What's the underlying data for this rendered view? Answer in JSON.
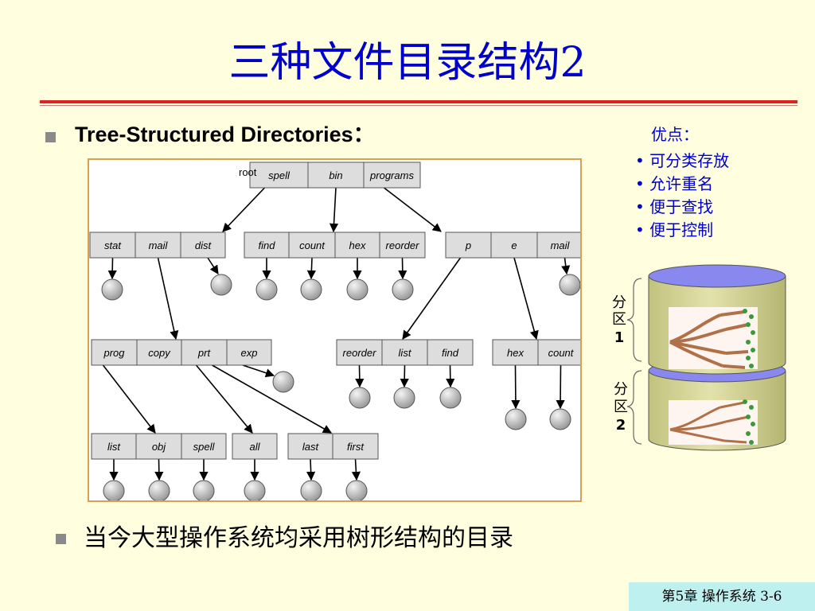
{
  "title": "三种文件目录结构2",
  "subtitle": "Tree-Structured Directories：",
  "advantages": {
    "title": "优点：",
    "items": [
      "• 可分类存放",
      "• 允许重名",
      "• 便于查找",
      "• 便于控制"
    ]
  },
  "diagram": {
    "root_label": "root",
    "rows": [
      [
        {
          "id": "r-spell",
          "label": "spell"
        },
        {
          "id": "r-bin",
          "label": "bin"
        },
        {
          "id": "r-programs",
          "label": "programs"
        }
      ],
      [
        {
          "id": "a-stat",
          "label": "stat"
        },
        {
          "id": "a-mail",
          "label": "mail"
        },
        {
          "id": "a-dist",
          "label": "dist"
        }
      ],
      [
        {
          "id": "b-find",
          "label": "find"
        },
        {
          "id": "b-count",
          "label": "count"
        },
        {
          "id": "b-hex",
          "label": "hex"
        },
        {
          "id": "b-reorder",
          "label": "reorder"
        }
      ],
      [
        {
          "id": "c-p",
          "label": "p"
        },
        {
          "id": "c-e",
          "label": "e"
        },
        {
          "id": "c-mail",
          "label": "mail"
        }
      ],
      [
        {
          "id": "d-prog",
          "label": "prog"
        },
        {
          "id": "d-copy",
          "label": "copy"
        },
        {
          "id": "d-prt",
          "label": "prt"
        },
        {
          "id": "d-exp",
          "label": "exp"
        }
      ],
      [
        {
          "id": "e-reorder",
          "label": "reorder"
        },
        {
          "id": "e-list",
          "label": "list"
        },
        {
          "id": "e-find",
          "label": "find"
        }
      ],
      [
        {
          "id": "f-hex",
          "label": "hex"
        },
        {
          "id": "f-count",
          "label": "count"
        }
      ],
      [
        {
          "id": "g-list",
          "label": "list"
        },
        {
          "id": "g-obj",
          "label": "obj"
        },
        {
          "id": "g-spell",
          "label": "spell"
        }
      ],
      [
        {
          "id": "h-all",
          "label": "all"
        }
      ],
      [
        {
          "id": "i-last",
          "label": "last"
        },
        {
          "id": "i-first",
          "label": "first"
        }
      ]
    ]
  },
  "disk": {
    "partitions": [
      {
        "label_chars": [
          "分",
          "区"
        ],
        "number": "1"
      },
      {
        "label_chars": [
          "分",
          "区"
        ],
        "number": "2"
      }
    ]
  },
  "bottom_text": "当今大型操作系统均采用树形结构的目录",
  "footer": "第5章  操作系统 3-6",
  "colors": {
    "title": "#0000CC",
    "rule": "#DD2222",
    "background": "#FFFFE0",
    "box_fill": "#DDDDDD",
    "leaf_fill": "#C8C8C8",
    "panel_border": "#D8A050",
    "disk_cap": "#8888EE",
    "disk_body": "#D4D496",
    "footer_bg": "#BFF0F0"
  }
}
